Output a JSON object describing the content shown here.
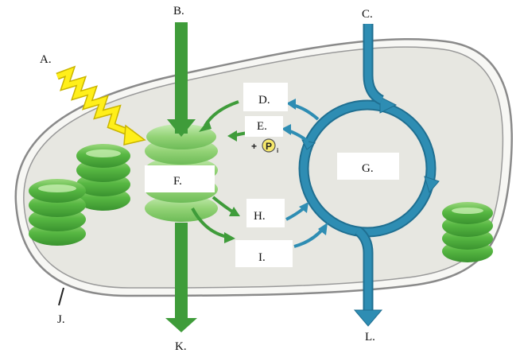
{
  "labels": {
    "a": "A.",
    "b": "B.",
    "c": "C.",
    "d": "D.",
    "e": "E.",
    "f": "F.",
    "g": "G.",
    "h": "H.",
    "i": "I.",
    "j": "J.",
    "k": "K.",
    "l": "L."
  },
  "phosphate": {
    "plus": "+",
    "symbol": "P",
    "subscript": "i"
  },
  "colors": {
    "stroma": "#e7e7e1",
    "membrane_outer": "#8a8a8a",
    "green_arrow": "#3f9c3a",
    "blue_cycle": "#2e8db3",
    "blue_dark": "#1f6f91",
    "light_arrow": "#ffef1a",
    "light_arrow_edge": "#c9b400",
    "thylakoid_light": "#a6dc8a",
    "thylakoid_mid": "#5fbd4a",
    "thylakoid_dark": "#3d9c31",
    "label_box": "#ffffff"
  }
}
